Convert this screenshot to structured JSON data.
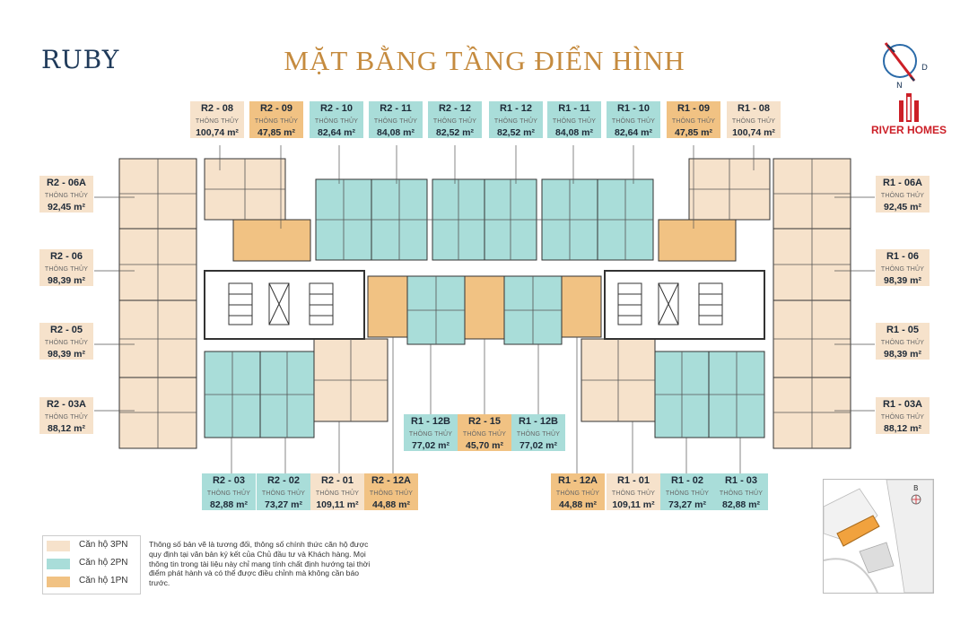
{
  "header": {
    "brand": "RUBY",
    "title": "MẶT BẰNG TẦNG ĐIỂN HÌNH",
    "logo_text": "RIVER HOMES",
    "compass_letters": [
      "N",
      "D"
    ],
    "minimap_letter": "B"
  },
  "units": [
    {
      "code": "R2 - 08",
      "sub": "THÔNG THỦY",
      "area": "100,74 m²",
      "type": "3PN"
    },
    {
      "code": "R2 - 09",
      "sub": "THÔNG THỦY",
      "area": "47,85 m²",
      "type": "1PN"
    },
    {
      "code": "R2 - 10",
      "sub": "THÔNG THỦY",
      "area": "82,64 m²",
      "type": "2PN"
    },
    {
      "code": "R2 - 11",
      "sub": "THÔNG THỦY",
      "area": "84,08 m²",
      "type": "2PN"
    },
    {
      "code": "R2 - 12",
      "sub": "THÔNG THỦY",
      "area": "82,52 m²",
      "type": "2PN"
    },
    {
      "code": "R1 - 12",
      "sub": "THÔNG THỦY",
      "area": "82,52 m²",
      "type": "2PN"
    },
    {
      "code": "R1 - 11",
      "sub": "THÔNG THỦY",
      "area": "84,08 m²",
      "type": "2PN"
    },
    {
      "code": "R1 - 10",
      "sub": "THÔNG THỦY",
      "area": "82,64 m²",
      "type": "2PN"
    },
    {
      "code": "R1 - 09",
      "sub": "THÔNG THỦY",
      "area": "47,85 m²",
      "type": "1PN"
    },
    {
      "code": "R1 - 08",
      "sub": "THÔNG THỦY",
      "area": "100,74 m²",
      "type": "3PN"
    },
    {
      "code": "R2 - 06A",
      "sub": "THÔNG THỦY",
      "area": "92,45 m²",
      "type": "3PN"
    },
    {
      "code": "R2 - 06",
      "sub": "THÔNG THỦY",
      "area": "98,39 m²",
      "type": "3PN"
    },
    {
      "code": "R2 - 05",
      "sub": "THÔNG THỦY",
      "area": "98,39 m²",
      "type": "3PN"
    },
    {
      "code": "R2 - 03A",
      "sub": "THÔNG THỦY",
      "area": "88,12 m²",
      "type": "3PN"
    },
    {
      "code": "R1 - 06A",
      "sub": "THÔNG THỦY",
      "area": "92,45 m²",
      "type": "3PN"
    },
    {
      "code": "R1 - 06",
      "sub": "THÔNG THỦY",
      "area": "98,39 m²",
      "type": "3PN"
    },
    {
      "code": "R1 - 05",
      "sub": "THÔNG THỦY",
      "area": "98,39 m²",
      "type": "3PN"
    },
    {
      "code": "R1 - 03A",
      "sub": "THÔNG THỦY",
      "area": "88,12 m²",
      "type": "3PN"
    },
    {
      "code": "R1 - 12B",
      "sub": "THÔNG THỦY",
      "area": "77,02 m²",
      "type": "2PN"
    },
    {
      "code": "R2 - 15",
      "sub": "THÔNG THỦY",
      "area": "45,70 m²",
      "type": "1PN"
    },
    {
      "code": "R1 - 12B",
      "sub": "THÔNG THỦY",
      "area": "77,02 m²",
      "type": "2PN"
    },
    {
      "code": "R2 - 03",
      "sub": "THÔNG THỦY",
      "area": "82,88 m²",
      "type": "2PN"
    },
    {
      "code": "R2 - 02",
      "sub": "THÔNG THỦY",
      "area": "73,27 m²",
      "type": "2PN"
    },
    {
      "code": "R2 - 01",
      "sub": "THÔNG THỦY",
      "area": "109,11 m²",
      "type": "3PN"
    },
    {
      "code": "R2 - 12A",
      "sub": "THÔNG THỦY",
      "area": "44,88 m²",
      "type": "1PN"
    },
    {
      "code": "R1 - 12A",
      "sub": "THÔNG THỦY",
      "area": "44,88 m²",
      "type": "1PN"
    },
    {
      "code": "R1 - 01",
      "sub": "THÔNG THỦY",
      "area": "109,11 m²",
      "type": "3PN"
    },
    {
      "code": "R1 - 02",
      "sub": "THÔNG THỦY",
      "area": "73,27 m²",
      "type": "2PN"
    },
    {
      "code": "R1 - 03",
      "sub": "THÔNG THỦY",
      "area": "82,88 m²",
      "type": "2PN"
    }
  ],
  "legend": [
    {
      "label": "Căn hộ 3PN",
      "color": "#f6e2cb"
    },
    {
      "label": "Căn hộ 2PN",
      "color": "#a9ddd9"
    },
    {
      "label": "Căn hộ 1PN",
      "color": "#f1c283"
    }
  ],
  "colors": {
    "3PN": "#f6e2cb",
    "2PN": "#a9ddd9",
    "1PN": "#f1c283",
    "title": "#c58b3f",
    "brand": "#1f3a5a",
    "logo": "#cc1f27"
  },
  "note": "Thông số bản vẽ là tương đối, thông số chính thức căn hộ được quy định tại văn bản ký kết của Chủ đầu tư và Khách hàng. Mọi thông tin trong tài liệu này chỉ mang tính chất định hướng tại thời điểm phát hành và có thể được điều chỉnh mà không cần báo trước."
}
